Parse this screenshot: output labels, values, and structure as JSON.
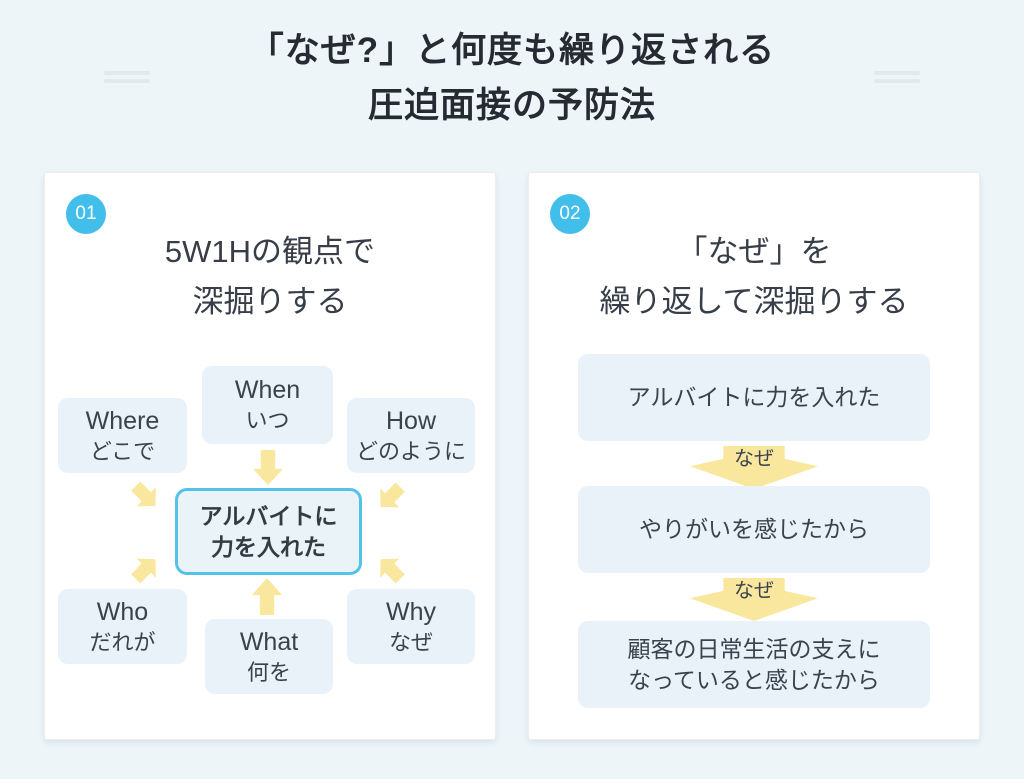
{
  "colors": {
    "background": "#edf5f8",
    "accent_blue": "#41bee9",
    "center_border_blue": "#54c2e8",
    "box_light_blue": "#e8f2f8",
    "arrow_yellow": "#f9e79e",
    "title_text": "#262b33"
  },
  "header": {
    "title_line1": "「なぜ?」と何度も繰り返される",
    "title_line2": "圧迫面接の予防法"
  },
  "panel1": {
    "badge_label": "01",
    "title_line1": "5W1Hの観点で",
    "title_line2": "深掘りする",
    "center": {
      "line1": "アルバイトに",
      "line2": "力を入れた"
    },
    "nodes": {
      "when": {
        "en": "When",
        "ja": "いつ"
      },
      "where": {
        "en": "Where",
        "ja": "どこで"
      },
      "how": {
        "en": "How",
        "ja": "どのように"
      },
      "who": {
        "en": "Who",
        "ja": "だれが"
      },
      "what": {
        "en": "What",
        "ja": "何を"
      },
      "why": {
        "en": "Why",
        "ja": "なぜ"
      }
    }
  },
  "panel2": {
    "badge_label": "02",
    "title_line1": "「なぜ」を",
    "title_line2": "繰り返して深掘りする",
    "steps": {
      "s1": {
        "line1": "アルバイトに力を入れた"
      },
      "s2": {
        "line1": "やりがいを感じたから"
      },
      "s3": {
        "line1": "顧客の日常生活の支えに",
        "line2": "なっていると感じたから"
      }
    },
    "arrow1_label": "なぜ",
    "arrow2_label": "なぜ"
  }
}
